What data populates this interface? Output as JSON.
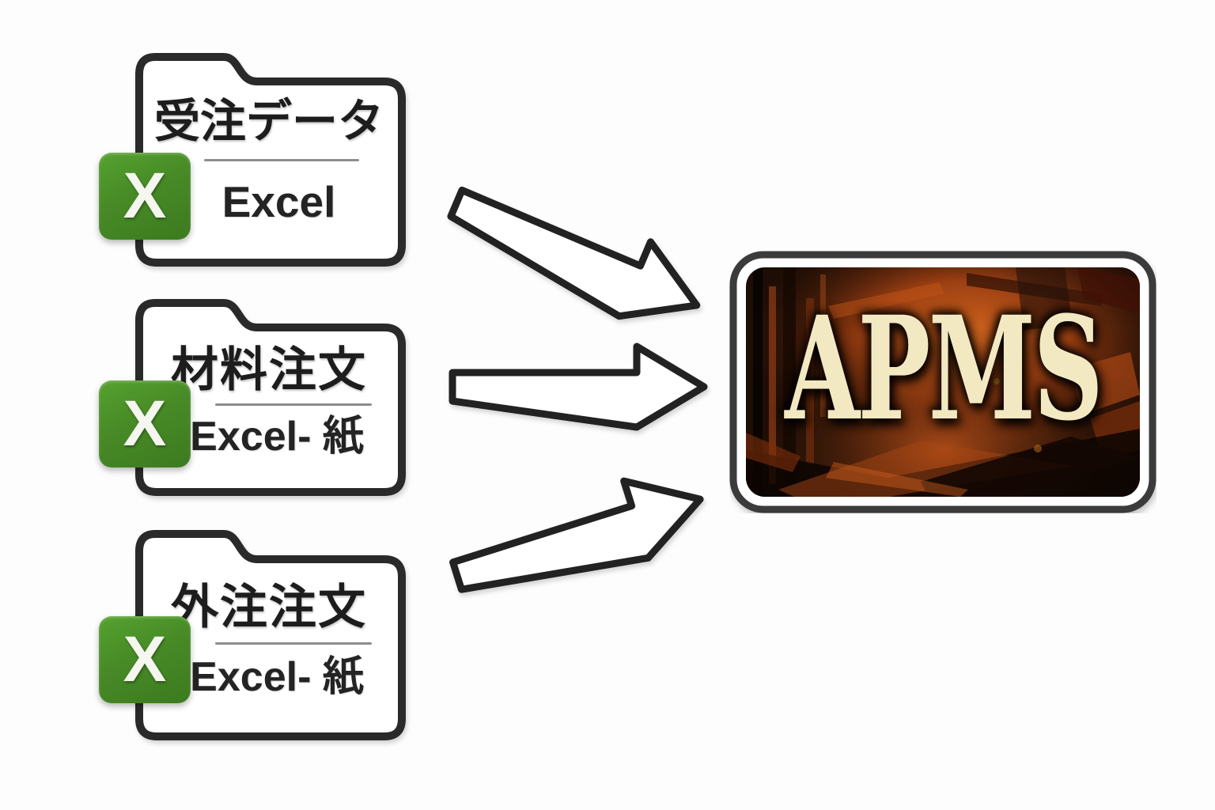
{
  "diagram": {
    "sources": [
      {
        "title": "受注データ",
        "format": "Excel"
      },
      {
        "title": "材料注文",
        "format": "Excel- 紙"
      },
      {
        "title": "外注注文",
        "format": "Excel- 紙"
      }
    ],
    "excel_letter": "X",
    "target": {
      "label": "APMS"
    },
    "connections": [
      {
        "from": "受注データ",
        "to": "APMS"
      },
      {
        "from": "材料注文",
        "to": "APMS"
      },
      {
        "from": "外注注文",
        "to": "APMS"
      }
    ],
    "colors": {
      "excel_green": "#478a26",
      "folder_outline": "#2a2a2a",
      "arrow_outline": "#242424",
      "divider_gray": "#8d8d8d",
      "apms_border": "#3a3a3a",
      "apms_text": "#f2e9c3",
      "apms_background_base": "#1c0d05",
      "apms_background_accent": "#c2541a"
    }
  }
}
